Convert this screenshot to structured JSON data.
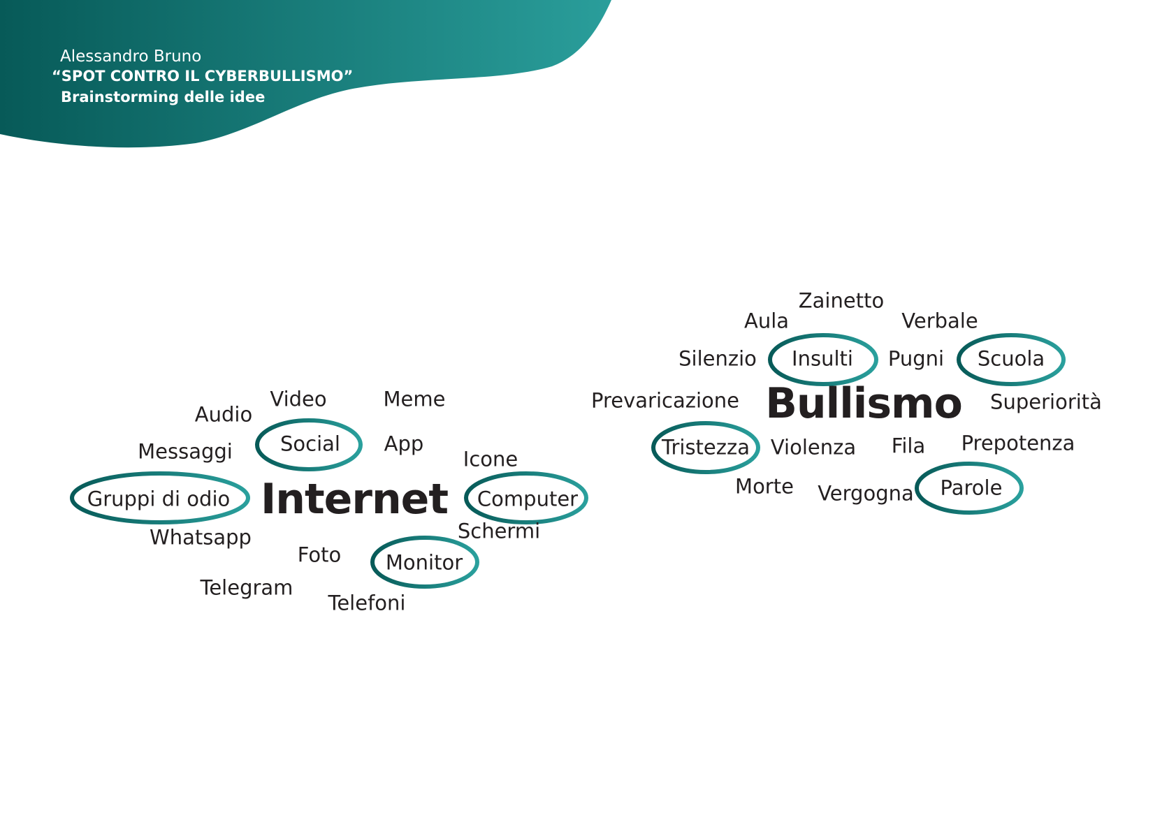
{
  "header": {
    "author": "Alessandro Bruno",
    "title": "“SPOT CONTRO IL CYBERBULLISMO”",
    "subtitle": "Brainstorming delle idee",
    "gradient_start": "#075a58",
    "gradient_end": "#2a9e9b"
  },
  "colors": {
    "ellipse_dark": "#075a58",
    "ellipse_light": "#2aa09d",
    "text": "#231f20"
  },
  "internet": {
    "hub": "Internet",
    "words": {
      "audio": "Audio",
      "video": "Video",
      "meme": "Meme",
      "messaggi": "Messaggi",
      "social": "Social",
      "app": "App",
      "icone": "Icone",
      "gruppi": "Gruppi di odio",
      "computer": "Computer",
      "whatsapp": "Whatsapp",
      "schermi": "Schermi",
      "foto": "Foto",
      "monitor": "Monitor",
      "telegram": "Telegram",
      "telefoni": "Telefoni"
    }
  },
  "bullismo": {
    "hub": "Bullismo",
    "words": {
      "zainetto": "Zainetto",
      "aula": "Aula",
      "verbale": "Verbale",
      "silenzio": "Silenzio",
      "insulti": "Insulti",
      "pugni": "Pugni",
      "scuola": "Scuola",
      "prevaricazione": "Prevaricazione",
      "superiorita": "Superiorità",
      "tristezza": "Tristezza",
      "violenza": "Violenza",
      "fila": "Fila",
      "prepotenza": "Prepotenza",
      "morte": "Morte",
      "vergogna": "Vergogna",
      "parole": "Parole"
    }
  }
}
